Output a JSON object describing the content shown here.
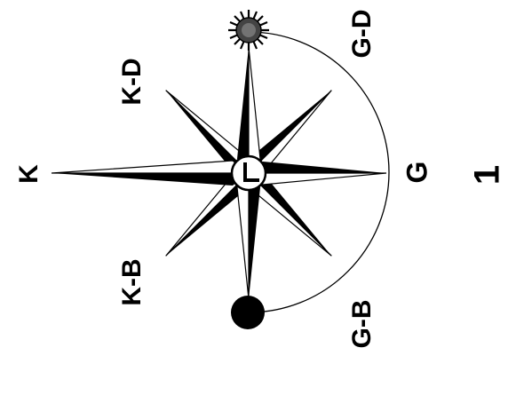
{
  "labels": {
    "k": "K",
    "k_d": "K-D",
    "k_b": "K-B",
    "g": "G",
    "g_d": "G-D",
    "g_b": "G-B",
    "figure_number": "1"
  },
  "colors": {
    "ink": "#000000",
    "paper": "#ffffff"
  },
  "icons": {
    "top_marker": "sun-icon",
    "bottom_marker": "filled-circle-icon"
  }
}
